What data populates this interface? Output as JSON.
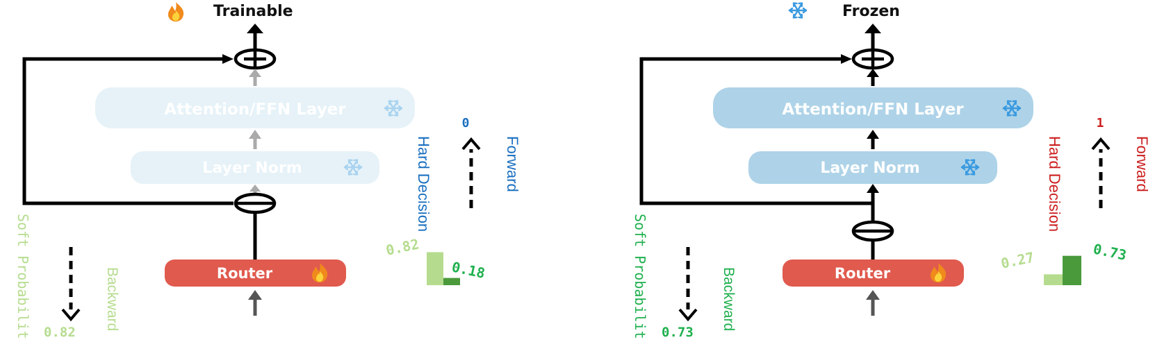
{
  "legend": {
    "trainable_label": "Trainable",
    "frozen_label": "Frozen",
    "trainable_icon": "fire-icon",
    "frozen_icon": "snowflake-icon"
  },
  "left": {
    "attention_label": "Attention/FFN Layer",
    "layernorm_label": "Layer Norm",
    "router_label": "Router",
    "soft_probability_label": "Soft Probability",
    "backward_label": "Backward",
    "backward_value": "0.82",
    "hard_decision_label": "Hard Decision",
    "forward_label": "Forward",
    "forward_value": "0",
    "bar_value_1": "0.82",
    "bar_value_2": "0.18",
    "bars": [
      0.82,
      0.18
    ]
  },
  "right": {
    "attention_label": "Attention/FFN Layer",
    "layernorm_label": "Layer Norm",
    "router_label": "Router",
    "soft_probability_label": "Soft Probability",
    "backward_label": "Backward",
    "backward_value": "0.73",
    "hard_decision_label": "Hard Decision",
    "forward_label": "Forward",
    "forward_value": "1",
    "bar_value_1": "0.27",
    "bar_value_2": "0.73",
    "bars": [
      0.27,
      0.73
    ]
  },
  "colors": {
    "router": "#e05a4e",
    "layer_frozen": "#aed3e8",
    "layer_faded": "#e6f2f8",
    "light_green": "#b5dc8e",
    "dark_green": "#4a9a3c",
    "green_text": "#1fb04e",
    "blue_text": "#1a6fc0",
    "red_text": "#cc1e1e",
    "snow": "#3a9ae0"
  }
}
